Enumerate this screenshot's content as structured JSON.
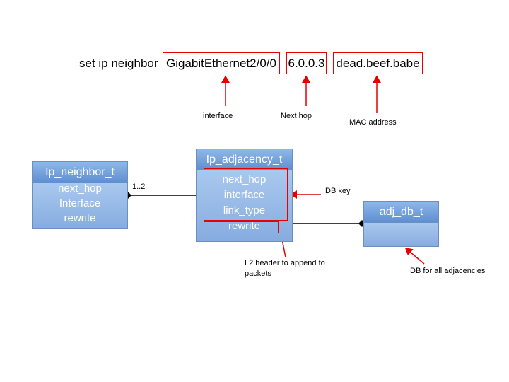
{
  "command": {
    "prefix": "set ip neighbor",
    "interface_value": "GigabitEthernet2/0/0",
    "next_hop_value": "6.0.0.3",
    "mac_value": "dead.beef.babe"
  },
  "annotations": {
    "interface": "interface",
    "next_hop": "Next hop",
    "mac": "MAC address",
    "db_key": "DB key",
    "l2_header": "L2 header to append to packets",
    "db_all": "DB for all adjacencies",
    "multiplicity": "1..2"
  },
  "classes": {
    "neighbor": {
      "title": "Ip_neighbor_t",
      "fields": [
        "next_hop",
        "Interface",
        "rewrite"
      ]
    },
    "adjacency": {
      "title": "Ip_adjacency_t",
      "fields": [
        "next_hop",
        "interface",
        "link_type",
        "rewrite"
      ]
    },
    "adj_db": {
      "title": "adj_db_t",
      "fields": []
    }
  },
  "colors": {
    "highlight": "#e60000",
    "class_fill": "#8db4e2",
    "class_header": "#5f8fd0"
  }
}
